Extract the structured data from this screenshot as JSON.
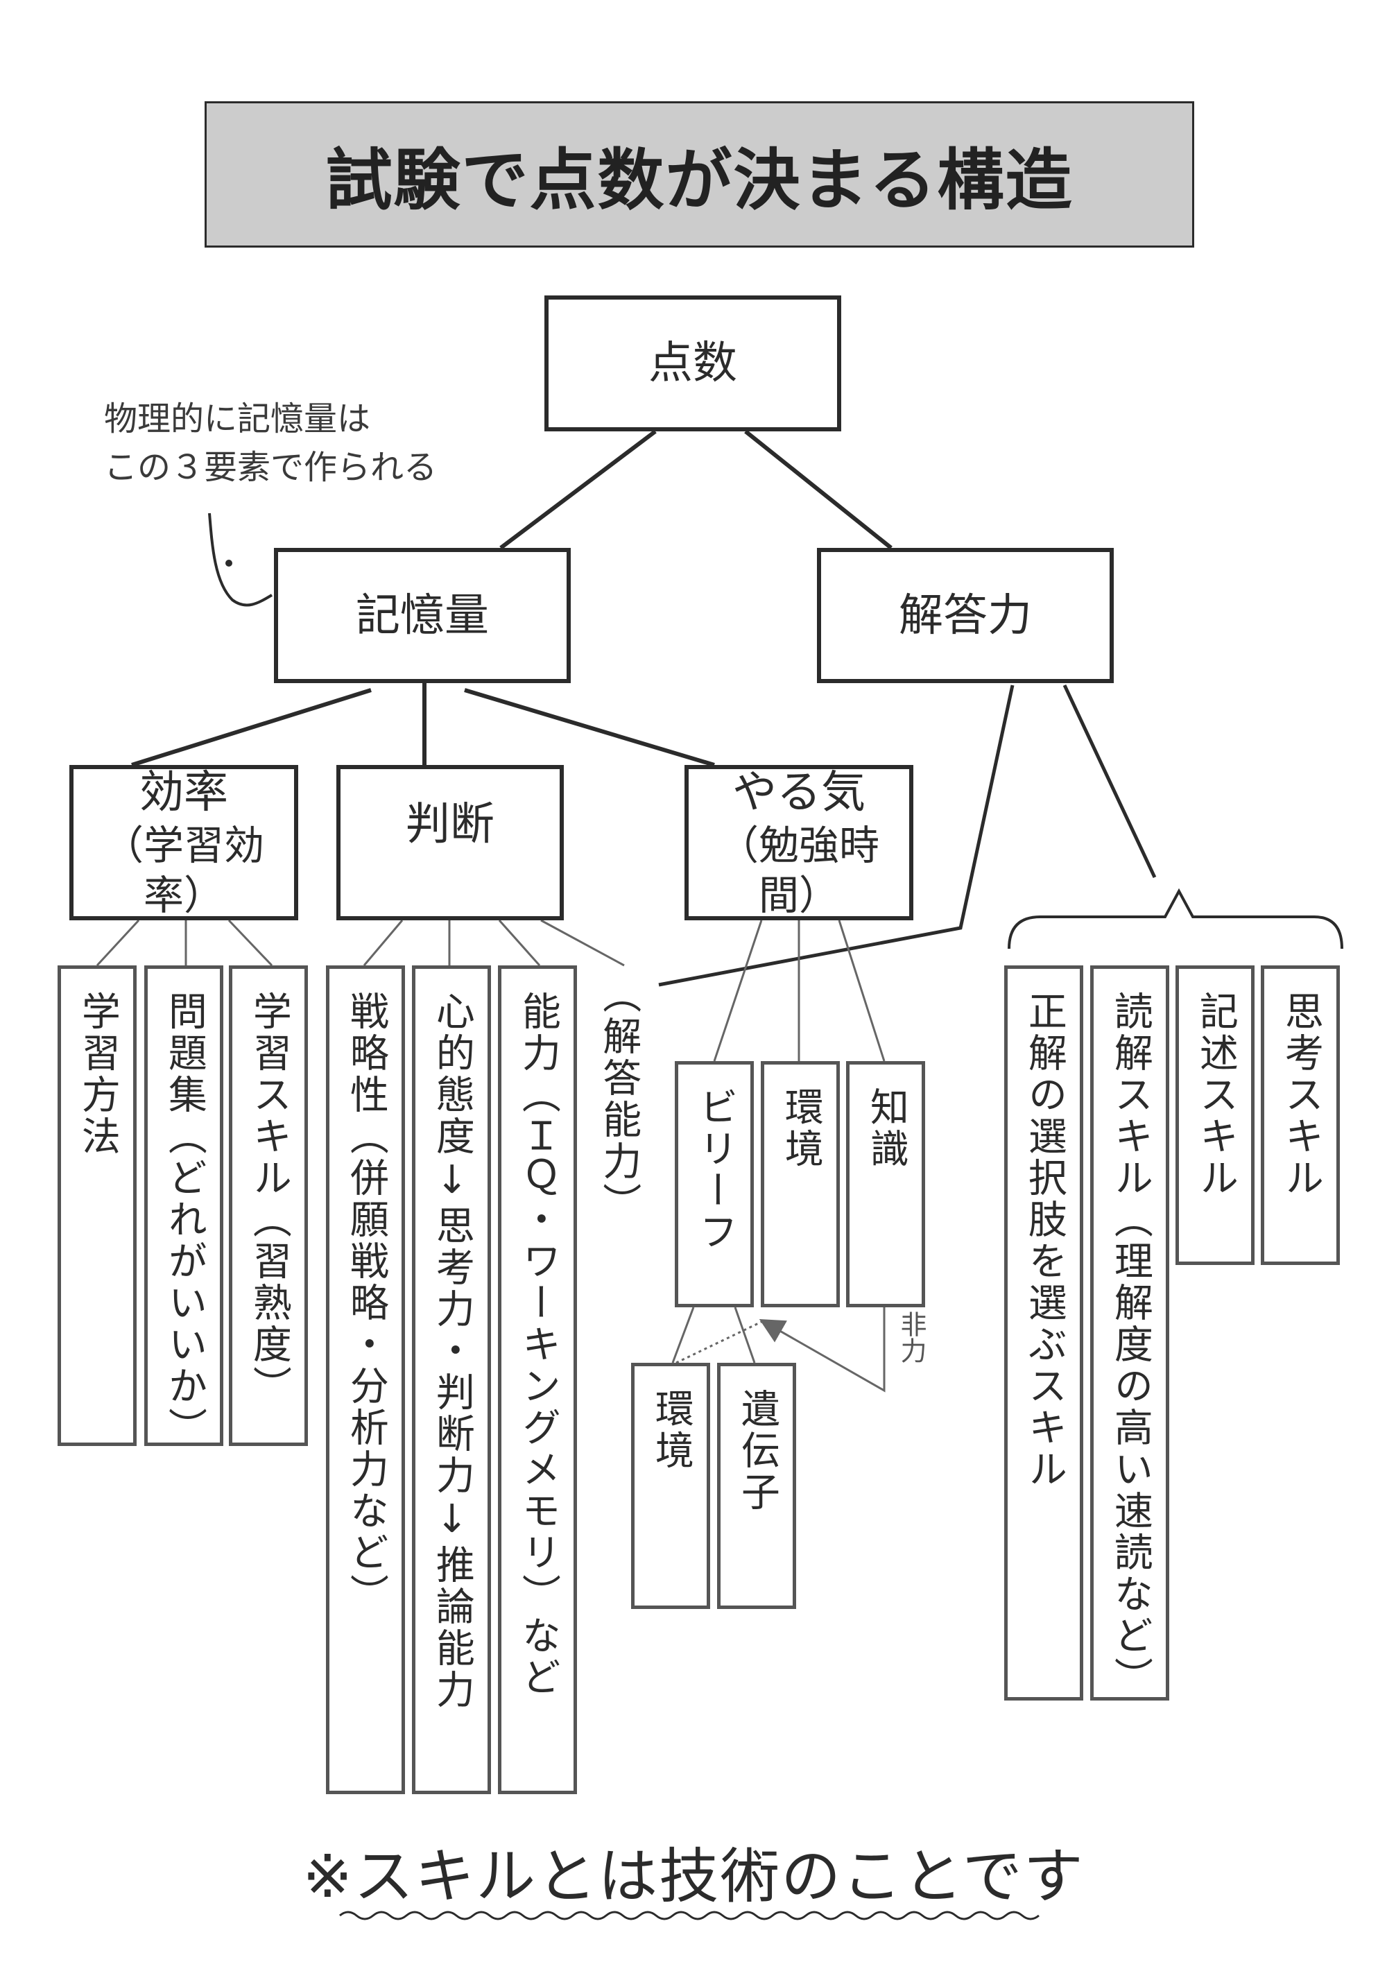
{
  "title": "試験で点数が決まる構造",
  "annotation": {
    "line1": "物理的に記憶量は",
    "line2": "この３要素で作られる"
  },
  "nodes": {
    "score": "点数",
    "memory": "記憶量",
    "answer_power": "解答力",
    "efficiency": {
      "label": "効率",
      "sub": "（学習効率）"
    },
    "judgment": {
      "label": "判断"
    },
    "motivation": {
      "label": "やる気",
      "sub": "（勉強時間）"
    }
  },
  "efficiency_items": [
    "学習方法",
    "問題集（どれがいいか）",
    "学習スキル（習熟度）"
  ],
  "judgment_items": [
    "戦略性（併願戦略・分析力など）",
    "心的態度↓思考力・判断力↓推論能力",
    "能力（ＩＱ・ワーキングメモリ）など"
  ],
  "judgment_extra": "（解答能力）",
  "motivation_items": [
    "ビリーフ",
    "環境",
    "知識"
  ],
  "belief_sources": [
    "環境",
    "遺伝子"
  ],
  "non_ability_label": "非力",
  "answer_items": [
    "正解の選択肢を選ぶスキル",
    "読解スキル（理解度の高い速読など）",
    "記述スキル",
    "思考スキル"
  ],
  "footer": "※スキルとは技術のことです"
}
